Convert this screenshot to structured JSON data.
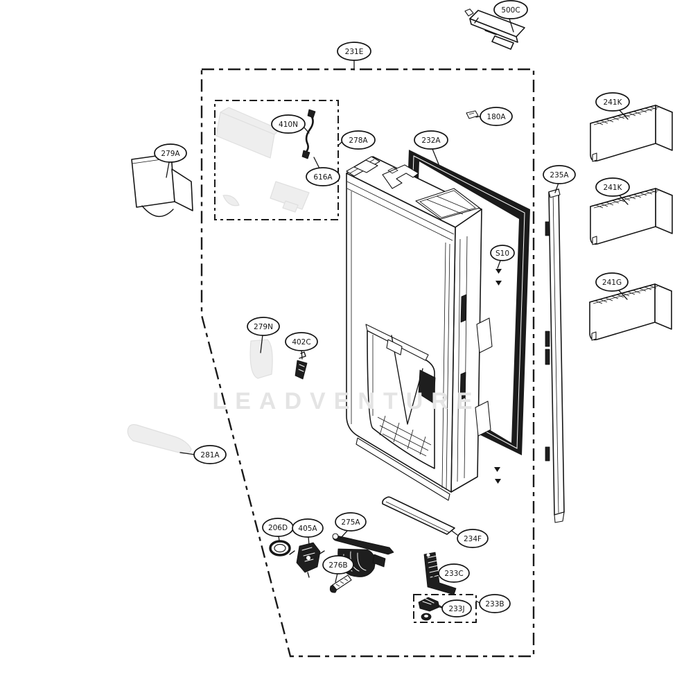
{
  "diagram": {
    "type": "exploded-parts-diagram",
    "subject": "refrigerator door assembly",
    "watermark": "LEADVENTURE",
    "colors": {
      "line": "#161616",
      "background": "#ffffff",
      "ghost_part": "#eeeeee",
      "dark_part": "#1e1e1e",
      "watermark": "#e4e4e4"
    }
  },
  "labels": {
    "l500C": "500C",
    "l231E": "231E",
    "l278A": "278A",
    "l410N": "410N",
    "l616A": "616A",
    "l279A": "279A",
    "l180A": "180A",
    "l232A": "232A",
    "l235A": "235A",
    "l241K_top": "241K",
    "l241K_mid": "241K",
    "l241G": "241G",
    "lS10": "S10",
    "l279N": "279N",
    "l402C": "402C",
    "l281A": "281A",
    "l206D": "206D",
    "l405A": "405A",
    "l275A": "275A",
    "l276B": "276B",
    "l234F": "234F",
    "l233C": "233C",
    "l233J": "233J",
    "l233B": "233B"
  }
}
